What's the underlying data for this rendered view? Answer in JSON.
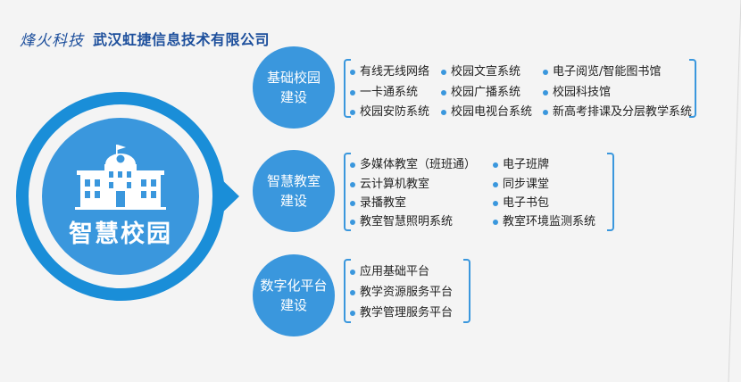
{
  "header": {
    "logo_script": "烽火科技",
    "company_name": "武汉虹捷信息技术有限公司"
  },
  "hub": {
    "title": "智慧校园",
    "icon": "school-building-icon"
  },
  "categories": [
    {
      "line1": "基础校园",
      "line2": "建设",
      "items": [
        [
          "有线无线网络",
          "校园文宣系统",
          "电子阅览/智能图书馆"
        ],
        [
          "一卡通系统",
          "校园广播系统",
          "校园科技馆"
        ],
        [
          "校园安防系统",
          "校园电视台系统",
          "新高考排课及分层教学系统"
        ]
      ]
    },
    {
      "line1": "智慧教室",
      "line2": "建设",
      "items": [
        [
          "多媒体教室（班班通）",
          "电子班牌"
        ],
        [
          "云计算机教室",
          "同步课堂"
        ],
        [
          "录播教室",
          "电子书包"
        ],
        [
          "教室智慧照明系统",
          "教室环境监测系统"
        ]
      ]
    },
    {
      "line1": "数字化平台",
      "line2": "建设",
      "items": [
        [
          "应用基础平台"
        ],
        [
          "教学资源服务平台"
        ],
        [
          "教学管理服务平台"
        ]
      ]
    }
  ],
  "colors": {
    "accent": "#3a97dd",
    "hub_ring": "#1a8ed8",
    "logo": "#1d4f9c"
  }
}
